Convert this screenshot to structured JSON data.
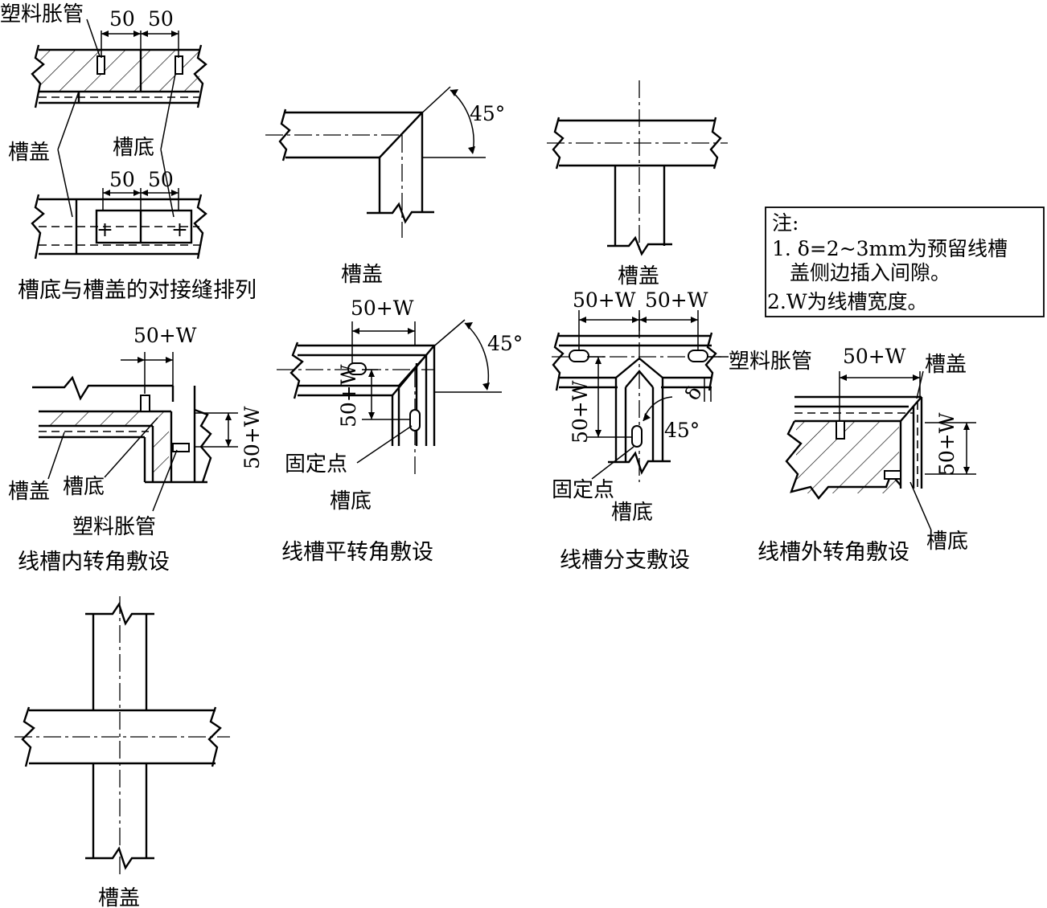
{
  "labels": {
    "plastic_anchor": "塑料胀管",
    "cover": "槽盖",
    "base": "槽底",
    "fixing_point": "固定点",
    "dim_50": "50",
    "dim_50w": "50+W",
    "angle_45": "45°",
    "delta": "δ"
  },
  "titles": {
    "butt_joint": "槽底与槽盖的对接缝排列",
    "inner_corner": "线槽内转角敷设",
    "flat_corner": "线槽平转角敷设",
    "branch": "线槽分支敷设",
    "outer_corner": "线槽外转角敷设"
  },
  "note": {
    "heading": "注:",
    "line1": "1. δ=2~3mm为预留线槽",
    "line1b": "盖侧边插入间隙。",
    "line2": "2.W为线槽宽度。"
  }
}
